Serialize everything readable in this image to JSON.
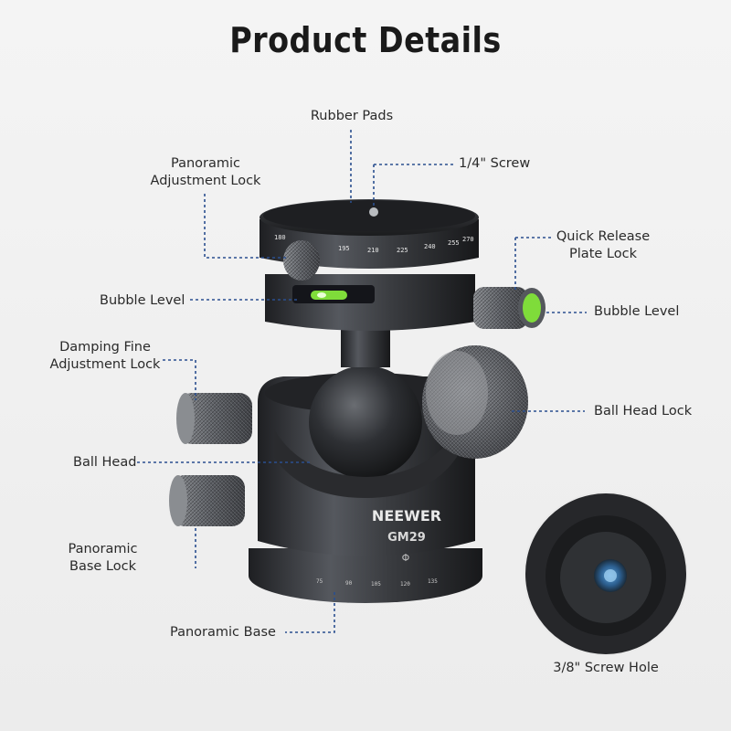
{
  "title": "Product Details",
  "labels": {
    "rubber_pads": "Rubber Pads",
    "screw_quarter": "1/4\" Screw",
    "panoramic_adjustment_lock": [
      "Panoramic",
      "Adjustment Lock"
    ],
    "quick_release_plate_lock": [
      "Quick Release",
      "Plate Lock"
    ],
    "bubble_level_left": "Bubble Level",
    "bubble_level_right": "Bubble Level",
    "damping_fine_adjustment_lock": [
      "Damping Fine",
      "Adjustment Lock"
    ],
    "ball_head_lock": "Ball Head Lock",
    "ball_head": "Ball Head",
    "panoramic_base_lock": [
      "Panoramic",
      "Base Lock"
    ],
    "panoramic_base": "Panoramic Base",
    "screw_hole": "3/8\" Screw Hole"
  },
  "product": {
    "brand": "NEEWER",
    "model": "GM29",
    "top_scale": [
      "195",
      "210",
      "225",
      "240",
      "255",
      "270"
    ],
    "top_scale_left": "180",
    "base_scale": [
      "75",
      "90",
      "105",
      "120",
      "135"
    ]
  },
  "colors": {
    "metal_dark": "#2b2d30",
    "metal_mid": "#4a4d52",
    "bubble_green": "#7fdc3a",
    "leader_blue": "#2a4f8f"
  }
}
